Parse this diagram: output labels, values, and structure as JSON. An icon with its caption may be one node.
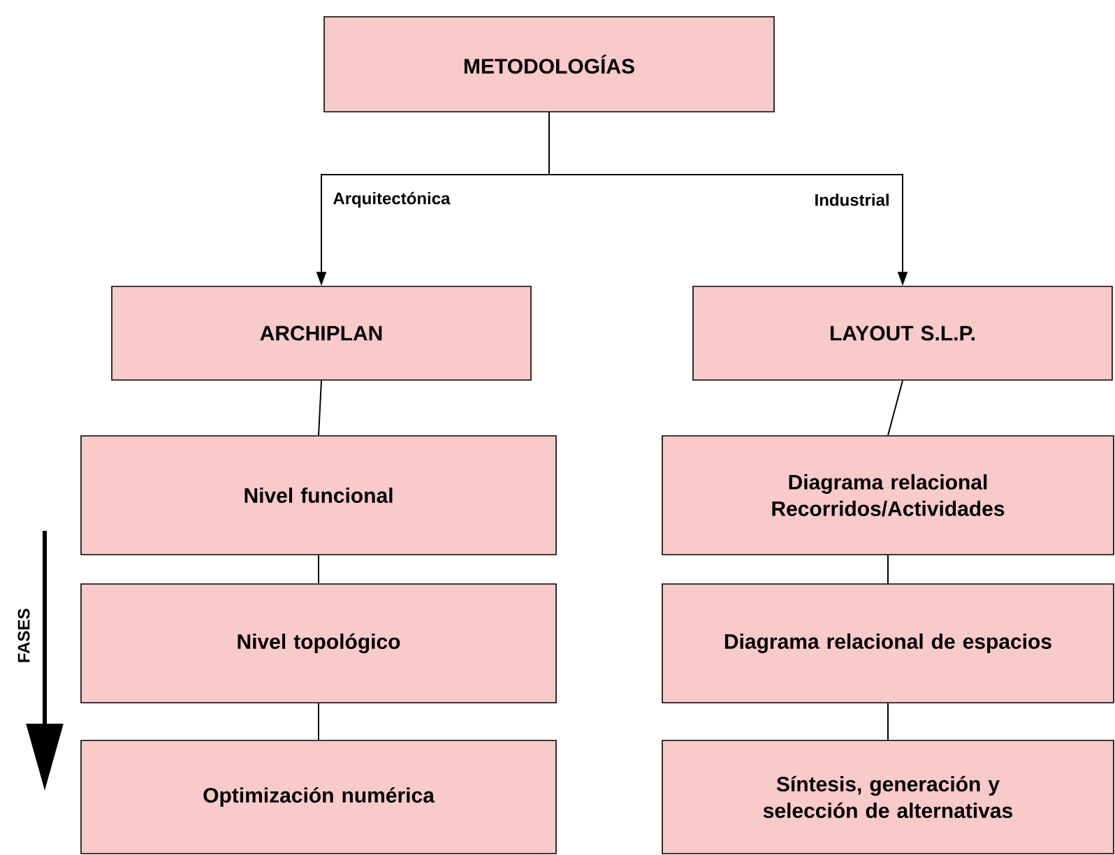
{
  "diagram": {
    "nodes": [
      {
        "text": [
          "METODOLOGÍAS"
        ]
      },
      {
        "text": [
          "ARCHIPLAN"
        ]
      },
      {
        "text": [
          "LAYOUT S.L.P."
        ]
      },
      {
        "text": [
          "Nivel funcional"
        ]
      },
      {
        "text": [
          "Nivel topológico"
        ]
      },
      {
        "text": [
          "Optimización numérica"
        ]
      },
      {
        "text": [
          "Diagrama relacional Recorridos/Actividades"
        ]
      },
      {
        "text": [
          "Diagrama relacional de espacios"
        ]
      },
      {
        "text": [
          "Síntesis, generación y selección de alternativas"
        ]
      }
    ],
    "edges": [
      {
        "from": 0,
        "to": 1,
        "arrow": "to",
        "label": "Arquitectónica"
      },
      {
        "from": 0,
        "to": 2,
        "arrow": "to",
        "label": "Industrial"
      },
      {
        "from": 1,
        "to": 3,
        "arrow": "none"
      },
      {
        "from": 3,
        "to": 4,
        "arrow": "none"
      },
      {
        "from": 4,
        "to": 5,
        "arrow": "none"
      },
      {
        "from": 2,
        "to": 6,
        "arrow": "none"
      },
      {
        "from": 6,
        "to": 7,
        "arrow": "none"
      },
      {
        "from": 7,
        "to": 8,
        "arrow": "none"
      }
    ],
    "labels": [
      "FASES"
    ]
  }
}
